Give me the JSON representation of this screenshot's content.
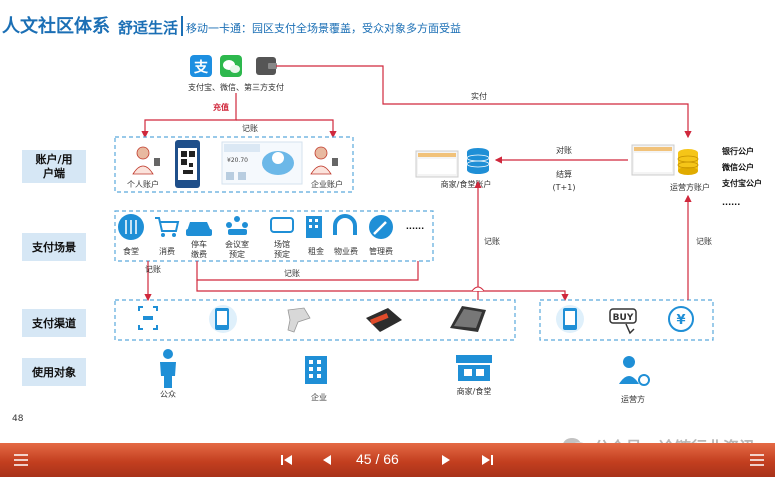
{
  "header": {
    "title": "人文社区体系",
    "subtitle": "舒适生活",
    "description": "移动一卡通：园区支付全场景覆盖，受众对象多方面受益"
  },
  "rows": {
    "account": "账户/用户端",
    "scene": "支付场景",
    "channel": "支付渠道",
    "target": "使用对象"
  },
  "top": {
    "pay_methods": "支付宝、微信、第三方支付",
    "recharge": "充值",
    "shifu": "实付",
    "jizhang": "记账"
  },
  "accounts": {
    "personal": "个人账户",
    "enterprise": "企业账户",
    "amount": "¥20.70"
  },
  "scenes": [
    "食堂",
    "消费",
    "停车缴费",
    "会议室预定",
    "场馆预定",
    "租金",
    "物业费",
    "管理费",
    "......"
  ],
  "right": {
    "merchant_account": "商家/食堂账户",
    "operator_account": "运营方账户",
    "duizhang": "对账",
    "jiesuan": "结算",
    "t1": "(T+1)",
    "banks": [
      "银行公户",
      "微信公户",
      "支付宝公户",
      "......"
    ],
    "jizhang_left": "记账",
    "jizhang_right": "记账"
  },
  "flow": {
    "jizhang1": "记账",
    "jizhang2": "记账"
  },
  "targets": [
    "公众",
    "企业",
    "商家/食堂",
    "运营方"
  ],
  "page_number": "48",
  "watermark": "公众号 · 冷链行业资讯",
  "pager": {
    "current": "45",
    "total": "66",
    "separator": "/"
  },
  "icons": {
    "menu": "menu-icon",
    "first": "first-page-icon",
    "prev": "prev-page-icon",
    "next": "next-page-icon",
    "last": "last-page-icon"
  },
  "colors": {
    "accent": "#1b6fb5",
    "toolbar": "#c94a28",
    "flow_red": "#d0283c",
    "icon_blue": "#1f8fd6"
  }
}
